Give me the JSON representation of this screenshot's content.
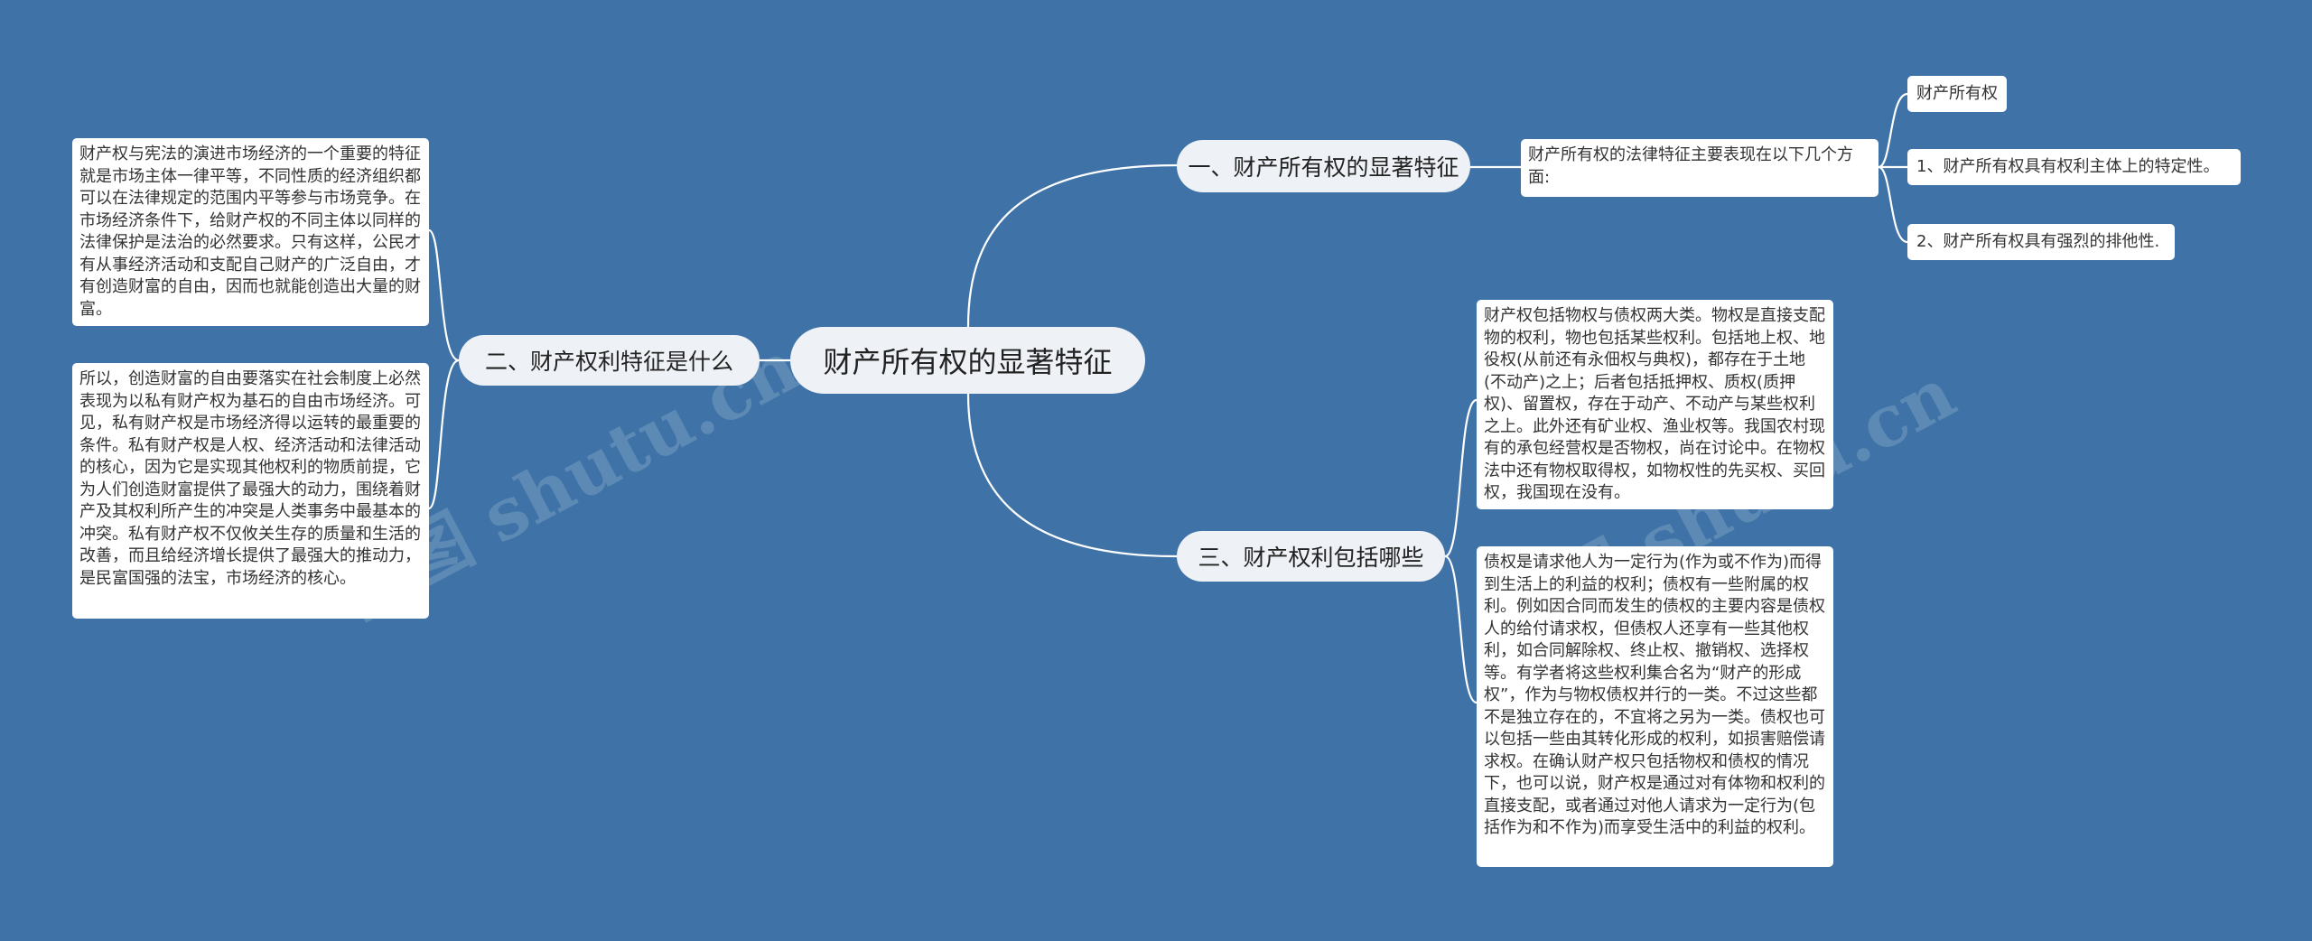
{
  "central": {
    "title": "财产所有权的显著特征"
  },
  "branches": {
    "b1": {
      "label": "一、财产所有权的显著特征"
    },
    "b2": {
      "label": "二、财产权利特征是什么"
    },
    "b3": {
      "label": "三、财产权利包括哪些"
    }
  },
  "b1_detail": {
    "intro": "财产所有权的法律特征主要表现在以下几个方面:",
    "items": [
      "财产所有权",
      "1、财产所有权具有权利主体上的特定性。",
      "2、财产所有权具有强烈的排他性."
    ]
  },
  "b2_paragraphs": [
    "财产权与宪法的演进市场经济的一个重要的特征就是市场主体一律平等，不同性质的经济组织都可以在法律规定的范围内平等参与市场竞争。在市场经济条件下，给财产权的不同主体以同样的法律保护是法治的必然要求。只有这样，公民才有从事经济活动和支配自己财产的广泛自由，才有创造财富的自由，因而也就能创造出大量的财富。",
    "所以，创造财富的自由要落实在社会制度上必然表现为以私有财产权为基石的自由市场经济。可见，私有财产权是市场经济得以运转的最重要的条件。私有财产权是人权、经济活动和法律活动的核心，因为它是实现其他权利的物质前提，它为人们创造财富提供了最强大的动力，围绕着财产及其权利所产生的冲突是人类事务中最基本的冲突。私有财产权不仅攸关生存的质量和生活的改善，而且给经济增长提供了最强大的推动力，是民富国强的法宝，市场经济的核心。"
  ],
  "b3_paragraphs": [
    "财产权包括物权与债权两大类。物权是直接支配物的权利，物也包括某些权利。包括地上权、地役权(从前还有永佃权与典权)，都存在于土地(不动产)之上；后者包括抵押权、质权(质押权)、留置权，存在于动产、不动产与某些权利之上。此外还有矿业权、渔业权等。我国农村现有的承包经营权是否物权，尚在讨论中。在物权法中还有物权取得权，如物权性的先买权、买回权，我国现在没有。",
    "债权是请求他人为一定行为(作为或不作为)而得到生活上的利益的权利；债权有一些附属的权利。例如因合同而发生的债权的主要内容是债权人的给付请求权，但债权人还享有一些其他权利，如合同解除权、终止权、撤销权、选择权等。有学者将这些权利集合名为“财产的形成权”，作为与物权债权并行的一类。不过这些都不是独立存在的，不宜将之另为一类。债权也可以包括一些由其转化形成的权利，如损害赔偿请求权。在确认财产权只包括物权和债权的情况下，也可以说，财产权是通过对有体物和权利的直接支配，或者通过对他人请求为一定行为(包括作为和不作为)而享受生活中的利益的权利。"
  ],
  "watermarks": [
    "树图 shutu.cn",
    "树图 shutu.cn"
  ],
  "colors": {
    "background": "#3f73a7",
    "line": "#ffffff",
    "node": "#eef1f5",
    "leaf": "#ffffff"
  }
}
